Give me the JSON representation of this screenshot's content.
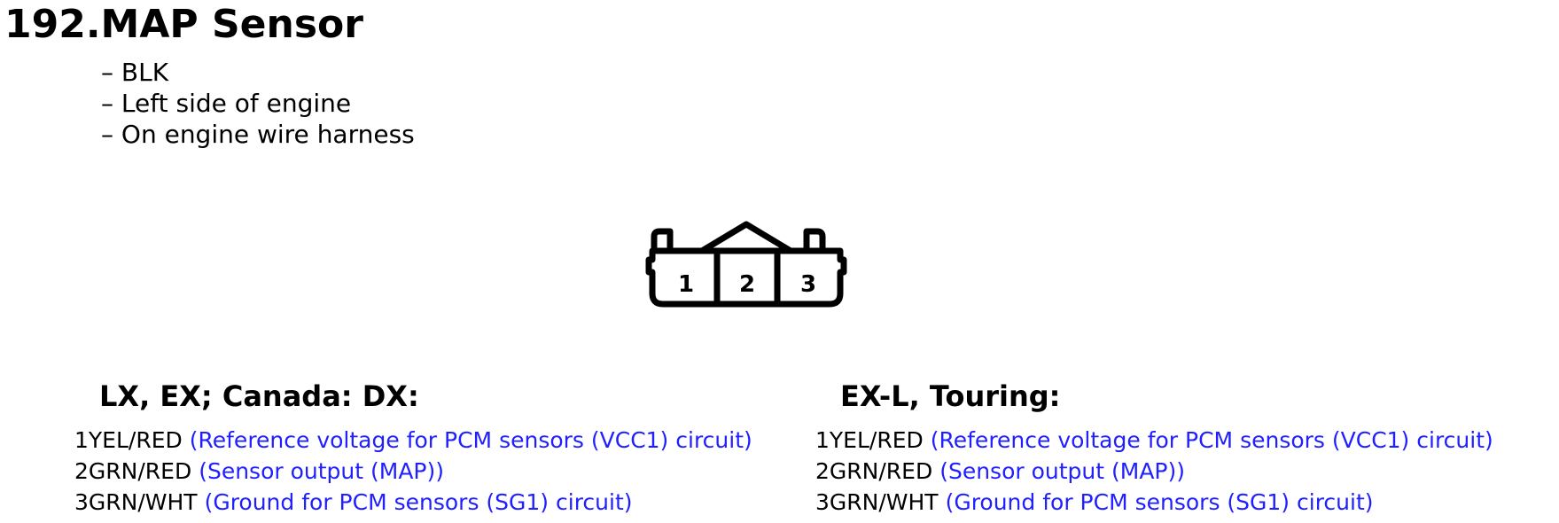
{
  "title": "192.MAP Sensor",
  "notes": [
    "– BLK",
    "– Left side of engine",
    "– On engine wire harness"
  ],
  "connector": {
    "pins": [
      "1",
      "2",
      "3"
    ]
  },
  "variants": [
    {
      "heading": "LX, EX; Canada: DX:",
      "pins": [
        {
          "num": "1",
          "wire": "YEL/RED",
          "desc": "(Reference voltage for PCM sensors (VCC1) circuit)"
        },
        {
          "num": "2",
          "wire": "GRN/RED",
          "desc": "(Sensor output (MAP))"
        },
        {
          "num": "3",
          "wire": "GRN/WHT",
          "desc": "(Ground for PCM sensors (SG1) circuit)"
        }
      ]
    },
    {
      "heading": "EX-L, Touring:",
      "pins": [
        {
          "num": "1",
          "wire": "YEL/RED",
          "desc": "(Reference voltage for PCM sensors (VCC1) circuit)"
        },
        {
          "num": "2",
          "wire": "GRN/RED",
          "desc": "(Sensor output (MAP))"
        },
        {
          "num": "3",
          "wire": "GRN/WHT",
          "desc": "(Ground for PCM sensors (SG1) circuit)"
        }
      ]
    }
  ],
  "colors": {
    "text": "#000000",
    "description": "#1f1fff"
  }
}
